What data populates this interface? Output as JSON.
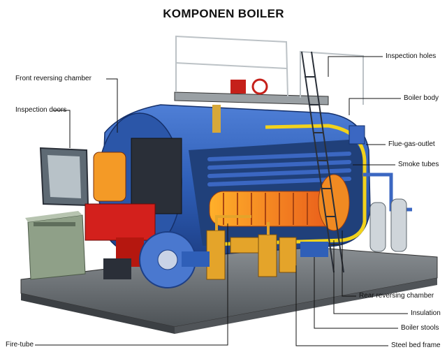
{
  "title": "KOMPONEN  BOILER",
  "labels": {
    "front_reversing_chamber": "Front reversing chamber",
    "inspection_doors": "Inspection doors",
    "inspection_holes": "Inspection holes",
    "boiler_body": "Boiler body",
    "flue_gas_outlet": "Flue-gas-outlet",
    "smoke_tubes": "Smoke tubes",
    "rear_reversing_chamber": "Rear reversing chamber",
    "insulation": "Insulation",
    "boiler_stools": "Boiler stools",
    "steel_bed_frame": "Steel bed frame",
    "fire_tube": "Fire-tube"
  },
  "colors": {
    "shell_blue": "#2f5fb8",
    "shell_dark": "#1d3f86",
    "flame_orange": "#f07a1c",
    "burner_red": "#d3201c",
    "insulation_yellow": "#f2d21c",
    "base_gray": "#6f7478",
    "panel_green": "#8fa088"
  }
}
